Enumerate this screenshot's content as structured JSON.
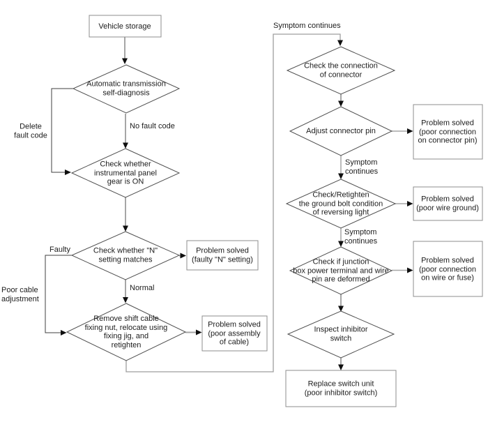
{
  "colors": {
    "background": "#ffffff",
    "flow_line": "#a6a6a6",
    "branch_line": "#3f3f3f",
    "arrowhead": "#0f0f0f",
    "box_border": "#8c8c8c",
    "diamond_border": "#4f4f4f",
    "text": "#1c1c1c"
  },
  "nodes": {
    "vehicle_storage": "Vehicle storage",
    "self_diagnosis": "Automatic transmission\nself-diagnosis",
    "check_panel_gear": "Check whether\ninstrumental panel\ngear is ON",
    "check_n_setting": "Check whether \"N\"\nsetting matches",
    "remove_shift_cable": "Remove shift cable\nfixing nut, relocate using\nfixing jig, and\nretighten",
    "solved_n_setting": "Problem solved\n(faulty \"N\" setting)",
    "solved_cable_assembly": "Problem solved\n(poor assembly\nof cable)",
    "check_connector": "Check the connection\nof connector",
    "adjust_connector_pin": "Adjust connector pin",
    "solved_connector_pin": "Problem solved\n(poor connection\non connector pin)",
    "check_ground_bolt": "Check/Retighten\nthe ground bolt condition\nof reversing light",
    "solved_wire_ground": "Problem solved\n(poor wire ground)",
    "check_junction_box": "Check if junction\nbox power terminal and wire\npin are deformed",
    "solved_wire_fuse": "Problem solved\n(poor connection\non wire or fuse)",
    "inspect_inhibitor": "Inspect inhibitor\nswitch",
    "replace_switch_unit": "Replace switch unit\n(poor inhibitor switch)"
  },
  "edge_labels": {
    "no_fault_code": "No fault code",
    "delete_fault_code": "Delete\nfault code",
    "faulty": "Faulty",
    "normal": "Normal",
    "poor_cable_adjustment": "Poor cable\nadjustment",
    "symptom_continues_main": "Symptom continues",
    "symptom_continues_2": "Symptom\ncontinues",
    "symptom_continues_3": "Symptom\ncontinues"
  }
}
